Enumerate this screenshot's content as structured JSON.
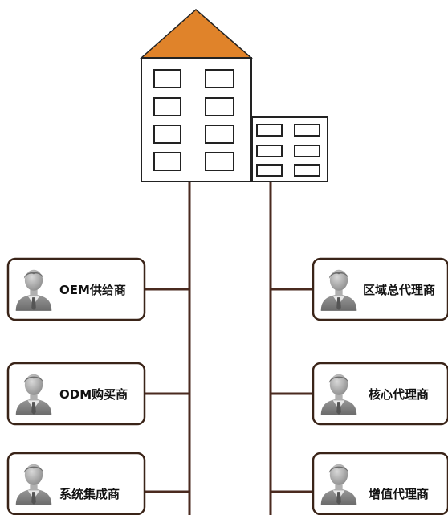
{
  "colors": {
    "roof": "#E0832A",
    "connector": "#4A2A1F",
    "outline": "#222222",
    "card_border": "#3A2418"
  },
  "icons": {
    "building": "building-icon",
    "person": "businessman-icon"
  },
  "left_nodes": [
    {
      "label": "OEM供给商"
    },
    {
      "label": "ODM购买商"
    },
    {
      "label": "系统集成商"
    }
  ],
  "right_nodes": [
    {
      "label": "区域总代理商"
    },
    {
      "label": "核心代理商"
    },
    {
      "label": "增值代理商"
    }
  ]
}
